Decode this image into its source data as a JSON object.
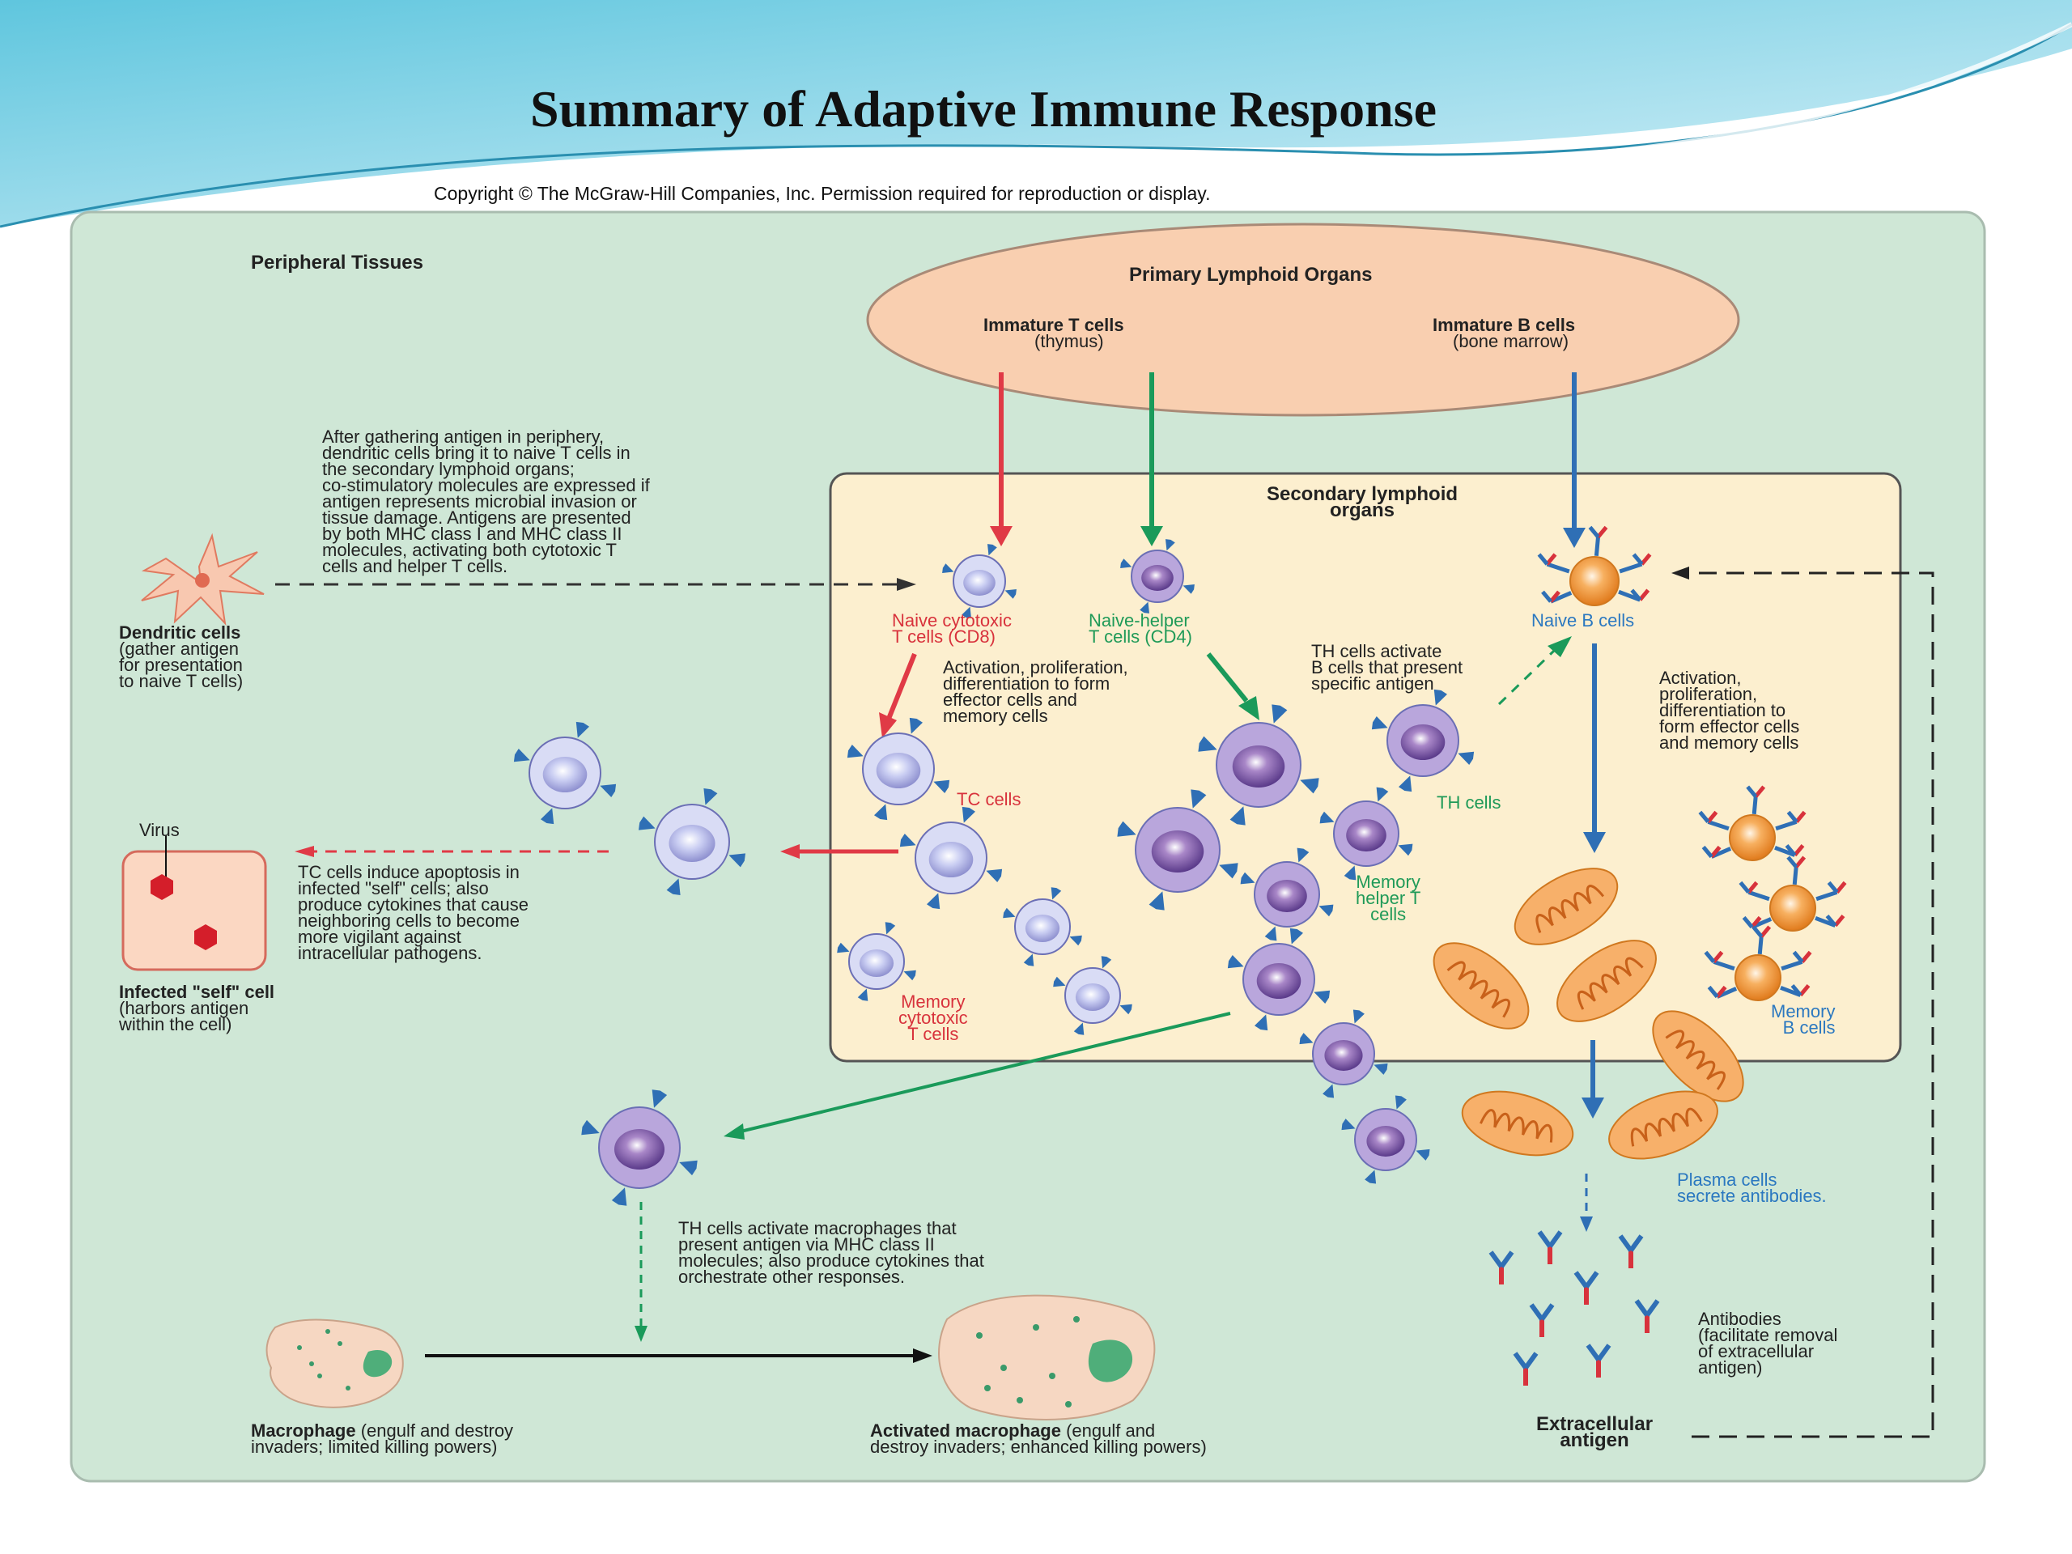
{
  "slide": {
    "title": "Summary of Adaptive Immune Response",
    "copyright": "Copyright © The McGraw-Hill Companies, Inc. Permission required for reproduction or display."
  },
  "diagram": {
    "peripheral_tissues": "Peripheral Tissues",
    "primary_lymphoid": {
      "title": "Primary Lymphoid Organs",
      "immature_t": "Immature T cells",
      "immature_t_sub": "(thymus)",
      "immature_b": "Immature B cells",
      "immature_b_sub": "(bone marrow)"
    },
    "secondary_lymphoid": "Secondary lymphoid\norgans",
    "dendritic_note": "After gathering antigen in periphery,\ndendritic cells bring it to naive T cells in\nthe secondary lymphoid organs;\nco-stimulatory molecules are expressed if\nantigen represents microbial invasion or\ntissue damage. Antigens are presented\nby both MHC class I and MHC class II\nmolecules, activating both cytotoxic T\ncells and helper T cells.",
    "dendritic_label": "Dendritic cells",
    "dendritic_sub": "(gather antigen\nfor presentation\nto naive T cells)",
    "naive_cytotoxic": "Naive cytotoxic\nT cells (CD8)",
    "naive_helper": "Naive-helper\nT cells (CD4)",
    "naive_b": "Naive B cells",
    "activation_t": "Activation, proliferation,\ndifferentiation to form\neffector cells and\nmemory cells",
    "th_activate_b": "TH cells activate\nB cells that present\nspecific antigen",
    "activation_b": "Activation,\nproliferation,\ndifferentiation to\nform effector cells\nand memory cells",
    "tc_cells": "TC cells",
    "th_cells": "TH cells",
    "memory_helper": "Memory\nhelper T\ncells",
    "memory_cytotoxic": "Memory\ncytotoxic\nT cells",
    "memory_b": "Memory\nB cells",
    "virus": "Virus",
    "tc_apoptosis": "TC cells induce apoptosis in\ninfected \"self\" cells; also\nproduce cytokines that cause\nneighboring cells to become\nmore vigilant against\nintracellular pathogens.",
    "infected_label": "Infected \"self\" cell",
    "infected_sub": "(harbors antigen\nwithin the cell)",
    "plasma_cells": "Plasma cells\nsecrete antibodies.",
    "antibodies": "Antibodies\n(facilitate removal\nof extracellular\nantigen)",
    "th_macrophage": "TH cells activate macrophages that\npresent antigen via MHC class II\nmolecules; also produce cytokines that\norchestrate other responses.",
    "macrophage_label": "Macrophage",
    "macrophage_sub": " (engulf and destroy\ninvaders; limited killing powers)",
    "activated_macrophage_label": "Activated macrophage",
    "activated_macrophage_sub": " (engulf and\ndestroy invaders; enhanced killing powers)",
    "extracellular": "Extracellular\nantigen"
  },
  "colors": {
    "panel": "#cfe7d6",
    "secondary_box": "#fcefcf",
    "primary_ellipse": "#f9cfb0",
    "t_cytotoxic": "#e03a46",
    "t_helper": "#1a9a5a",
    "b_cell": "#2f6fb5",
    "tc_cell_body": "#b7b8e6",
    "th_cell_body": "#7c58a6",
    "b_cell_body": "#f59a3a",
    "plasma_cell": "#f29a3c"
  }
}
